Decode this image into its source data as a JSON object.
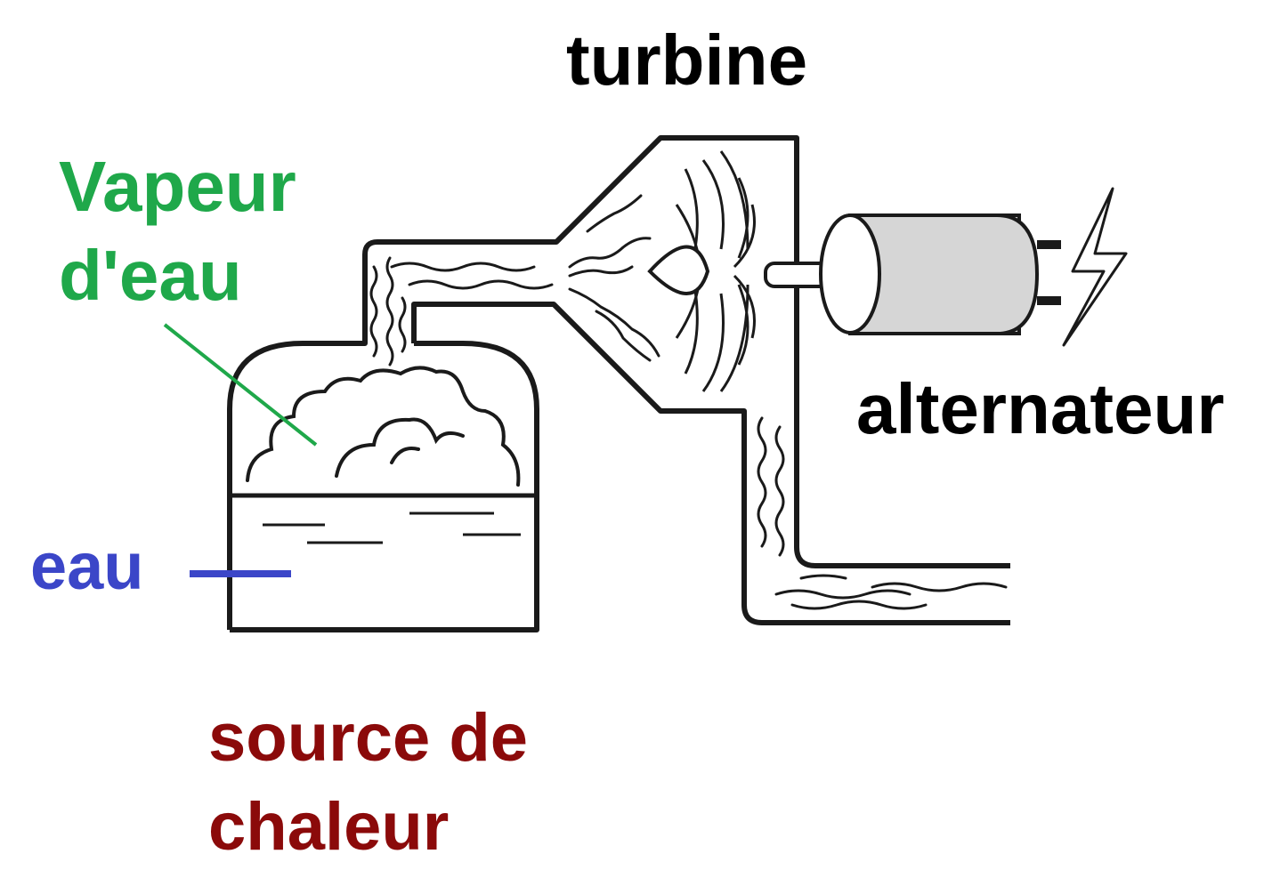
{
  "colors": {
    "vapeur": "#1fa84a",
    "eau": "#3b46c8",
    "source": "#8b0a0a",
    "text": "#000000",
    "line": "#1a1a1a",
    "alternator_fill": "#d6d6d6"
  },
  "labels": {
    "turbine": "turbine",
    "vapeur_line1": "Vapeur",
    "vapeur_line2": "d'eau",
    "alternateur": "alternateur",
    "eau": "eau",
    "source_line1": "source de",
    "source_line2": "chaleur"
  },
  "icons": {
    "lightning": "lightning-bolt-icon",
    "turbine_wheel": "turbine-wheel-icon"
  }
}
